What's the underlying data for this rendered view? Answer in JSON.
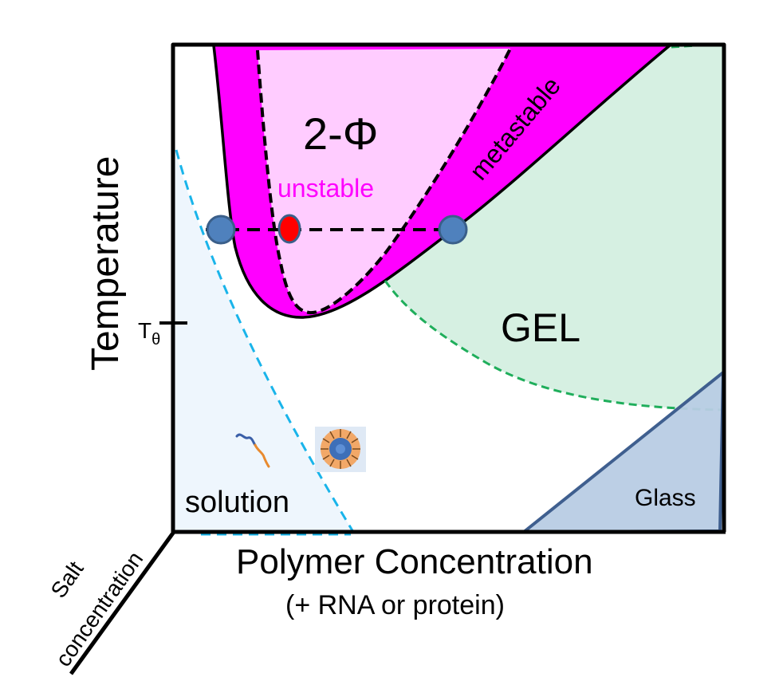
{
  "chart_data": {
    "type": "phase-diagram",
    "title": "",
    "xlabel": "Polymer Concentration",
    "xlabel_sub": "(+ RNA or protein)",
    "ylabel": "Temperature",
    "zlabel": "Salt concentration",
    "y_ticks": [
      {
        "label": "T",
        "subscript": "θ"
      }
    ],
    "regions": [
      {
        "name": "2-Φ",
        "sublabel": "unstable",
        "color": "#ffccff"
      },
      {
        "name": "metastable",
        "color": "#ff00ff"
      },
      {
        "name": "GEL",
        "color": "#d6f0e2"
      },
      {
        "name": "solution",
        "color": "#eef6fd"
      },
      {
        "name": "Glass",
        "color": "#b8cce4"
      }
    ],
    "curves": [
      {
        "name": "binodal",
        "style": "solid",
        "color": "#000000"
      },
      {
        "name": "spinodal",
        "style": "dashed",
        "color": "#000000"
      },
      {
        "name": "gel boundary",
        "style": "dashed",
        "color": "#1fae5b"
      },
      {
        "name": "solution boundary",
        "style": "dashed",
        "color": "#19b4ea"
      },
      {
        "name": "tie line",
        "style": "dashed",
        "color": "#000000"
      }
    ],
    "points": [
      {
        "name": "dilute coexisting phase",
        "color": "#4f81bd"
      },
      {
        "name": "overall composition (unstable)",
        "color": "#ff0000"
      },
      {
        "name": "dense coexisting phase",
        "color": "#4f81bd"
      }
    ],
    "grid": false,
    "legend": "none"
  },
  "labels": {
    "two_phase": "2-Φ",
    "unstable": "unstable",
    "metastable": "metastable",
    "gel": "GEL",
    "solution": "solution",
    "glass": "Glass",
    "temperature": "Temperature",
    "theta_T": "T",
    "theta_sub": "θ",
    "polymer_concentration": "Polymer Concentration",
    "polymer_sub": "(+ RNA or protein)",
    "salt": "Salt",
    "concentration": "concentration"
  },
  "icons": {
    "single_chain": "polymer-chain-icon",
    "micelle": "micelle-icon"
  },
  "colors": {
    "metastable": "#ff00ff",
    "unstable": "#ffccff",
    "gel": "#d6f0e2",
    "solution": "#eef6fd",
    "glass": "#b8cce4",
    "glass_edge": "#3f5f8f",
    "dot_blue": "#4f81bd",
    "dot_red": "#ff0000",
    "unstable_text": "#ff00ff"
  }
}
